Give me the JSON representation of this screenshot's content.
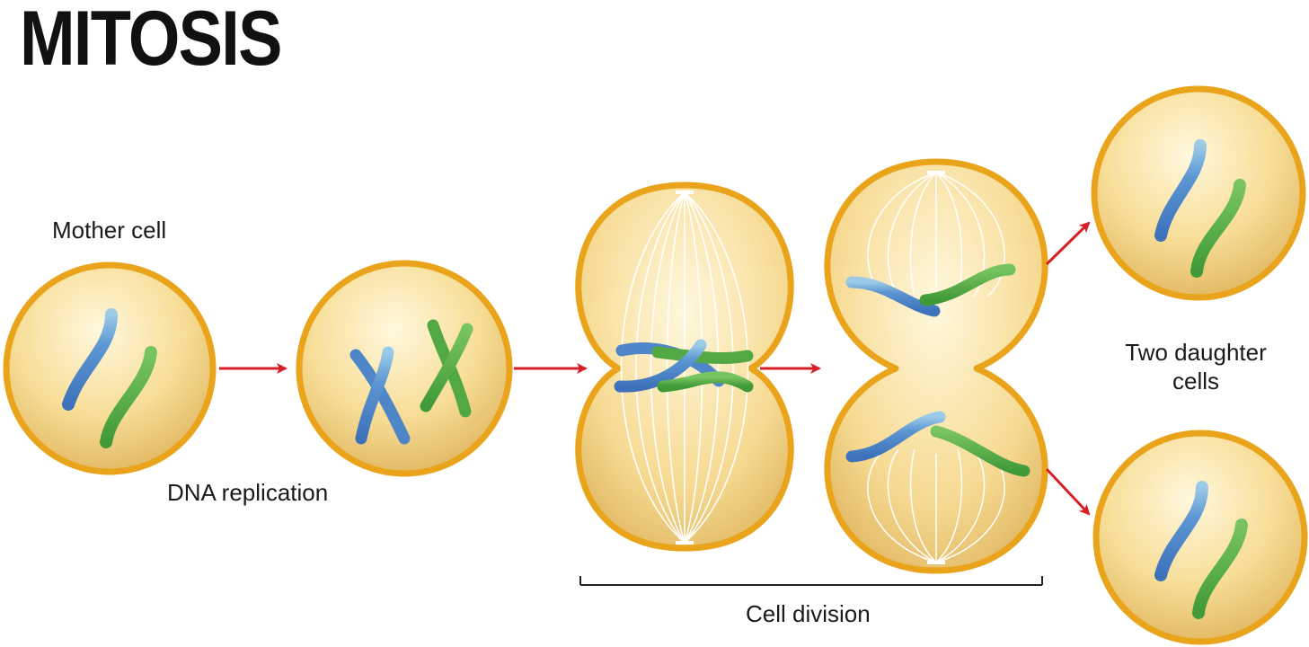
{
  "title": "MITOSIS",
  "labels": {
    "mother_cell": "Mother cell",
    "dna_replication": "DNA replication",
    "cell_division": "Cell division",
    "two_daughter_cells": "Two daughter cells"
  },
  "colors": {
    "cell_border": "#e9a41c",
    "cytoplasm_light": "#fdf1c9",
    "cytoplasm_dark": "#e5bd61",
    "arrow": "#d71f26",
    "chromosome_blue": "#4e86c8",
    "chromosome_green": "#52a843",
    "spindle": "#ffffff",
    "text": "#1a1a1a"
  }
}
